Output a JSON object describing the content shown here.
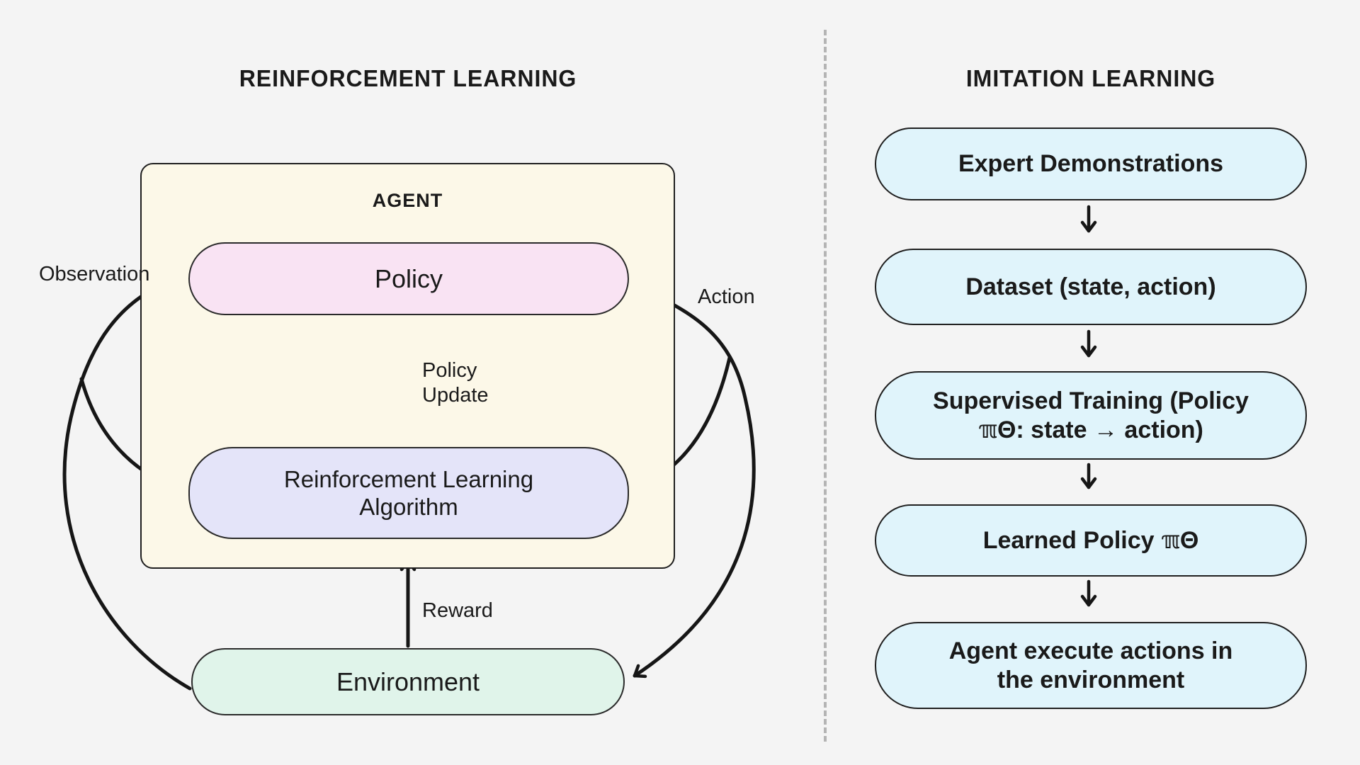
{
  "colors": {
    "background": "#f4f4f4",
    "agent_box_fill": "#fcf8e8",
    "policy_fill": "#f9e3f3",
    "rl_algorithm_fill": "#e4e4f9",
    "environment_fill": "#e0f4ea",
    "imitation_box_fill": "#e0f4fb",
    "node_stroke": "#1f1f1f",
    "arrow_stroke": "#161616",
    "divider": "#b4b4b4"
  },
  "reinforcement_panel": {
    "title": "REINFORCEMENT LEARNING",
    "agent_label": "AGENT",
    "policy": {
      "lines": [
        "Policy"
      ]
    },
    "rl_algorithm": {
      "lines": [
        "Reinforcement Learning",
        "Algorithm"
      ]
    },
    "environment": {
      "lines": [
        "Environment"
      ]
    },
    "edge_labels": {
      "observation": "Observation",
      "action": "Action",
      "policy_update": [
        "Policy",
        "Update"
      ],
      "reward": "Reward"
    }
  },
  "imitation_panel": {
    "title": "IMITATION LEARNING",
    "steps": [
      {
        "lines": [
          "Expert Demonstrations"
        ]
      },
      {
        "lines": [
          "Dataset (state, action)"
        ]
      },
      {
        "lines": [
          "Supervised Training (Policy",
          "ℼΘ: state → action)"
        ]
      },
      {
        "lines": [
          "Learned Policy ℼΘ"
        ]
      },
      {
        "lines": [
          "Agent execute actions in",
          "the environment"
        ]
      }
    ],
    "flow_arrow_icon": "down-arrow"
  }
}
